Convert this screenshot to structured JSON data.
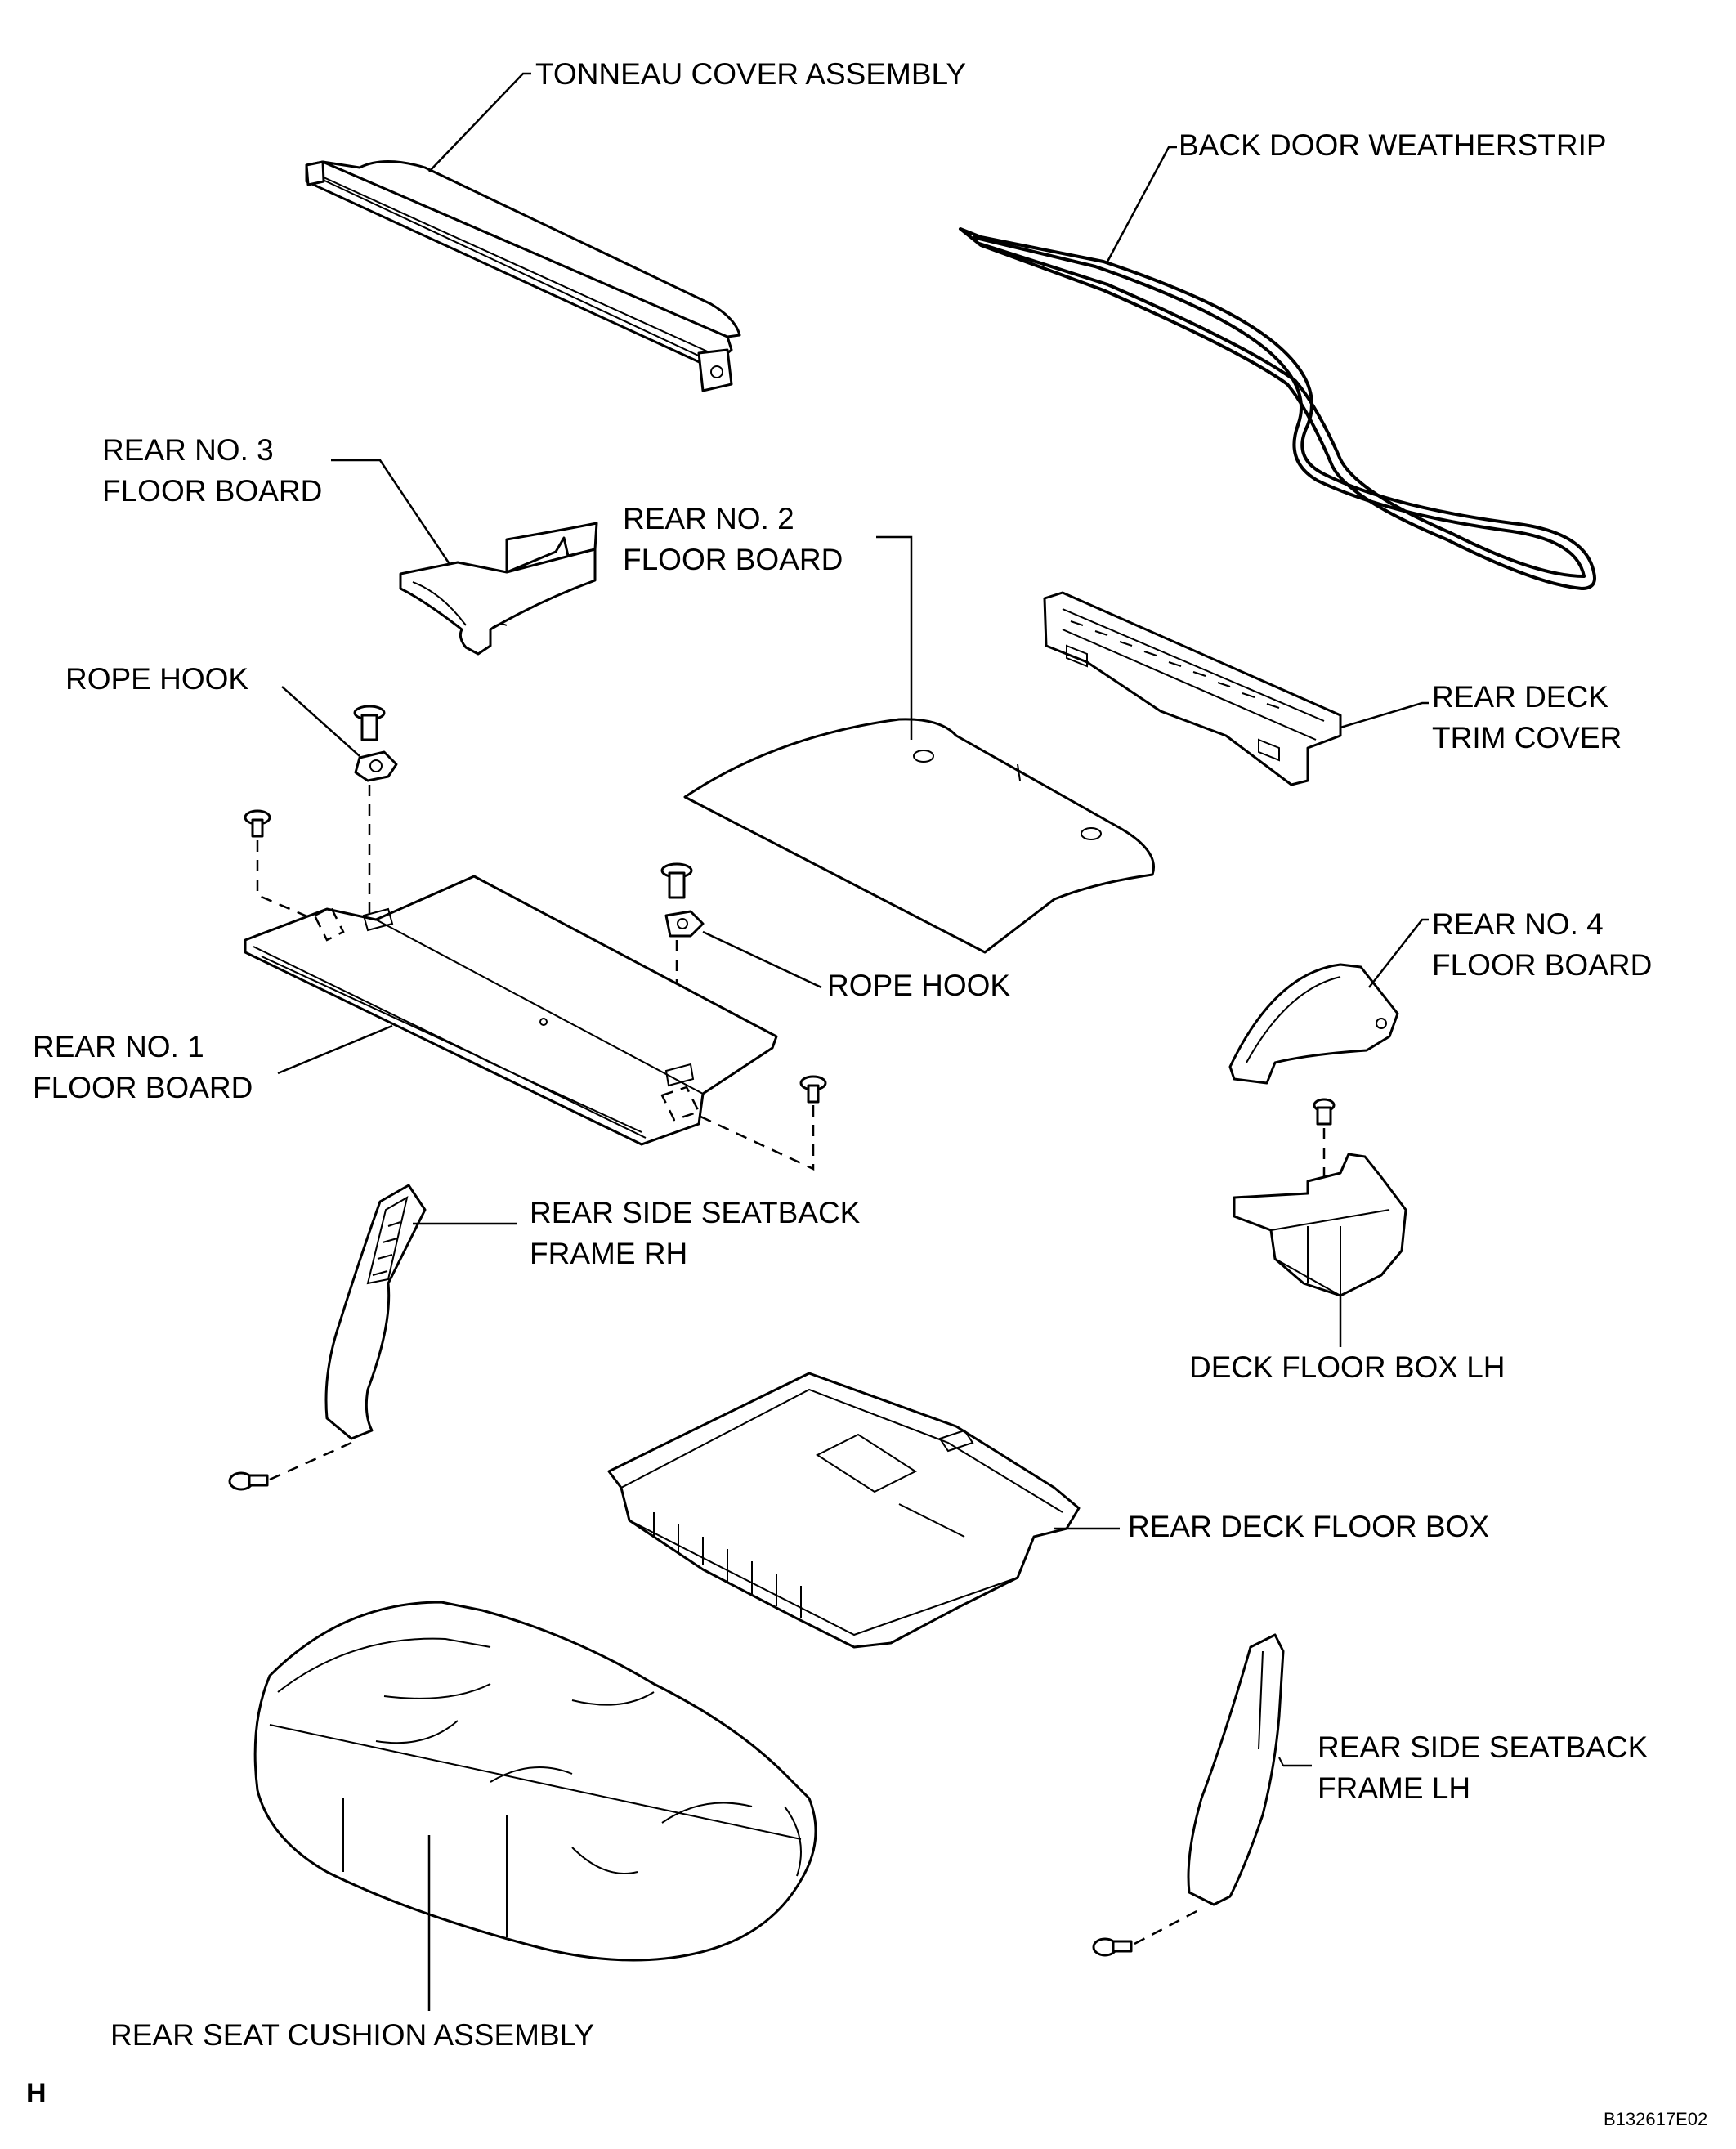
{
  "labels": {
    "tonneau_cover": "TONNEAU COVER ASSEMBLY",
    "back_door_weatherstrip": "BACK DOOR WEATHERSTRIP",
    "rear_no3_floor_board_l1": "REAR NO. 3",
    "rear_no3_floor_board_l2": "FLOOR BOARD",
    "rear_no2_floor_board_l1": "REAR NO. 2",
    "rear_no2_floor_board_l2": "FLOOR BOARD",
    "rope_hook_left": "ROPE HOOK",
    "rope_hook_right": "ROPE HOOK",
    "rear_deck_trim_cover_l1": "REAR DECK",
    "rear_deck_trim_cover_l2": "TRIM COVER",
    "rear_no4_floor_board_l1": "REAR NO. 4",
    "rear_no4_floor_board_l2": "FLOOR BOARD",
    "rear_no1_floor_board_l1": "REAR NO. 1",
    "rear_no1_floor_board_l2": "FLOOR BOARD",
    "rear_side_seatback_rh_l1": "REAR SIDE SEATBACK",
    "rear_side_seatback_rh_l2": "FRAME RH",
    "deck_floor_box_lh": "DECK FLOOR BOX LH",
    "rear_deck_floor_box": "REAR DECK FLOOR BOX",
    "rear_side_seatback_lh_l1": "REAR SIDE SEATBACK",
    "rear_side_seatback_lh_l2": "FRAME LH",
    "rear_seat_cushion": "REAR SEAT CUSHION ASSEMBLY"
  },
  "corner_code": "H",
  "figure_id": "B132617E02"
}
